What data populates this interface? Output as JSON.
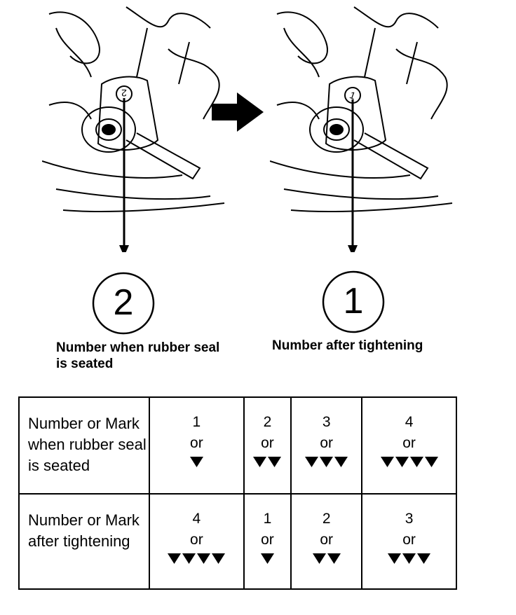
{
  "illustrations": {
    "left": {
      "dial_mark": "2"
    },
    "right": {
      "dial_mark": "1"
    }
  },
  "callouts": {
    "left": {
      "number": "2",
      "caption": "Number when rubber seal is seated"
    },
    "right": {
      "number": "1",
      "caption": "Number after tightening"
    }
  },
  "table": {
    "rows": [
      {
        "header": "Number or Mark when rubber seal is seated",
        "cells": [
          {
            "number": "1",
            "or": "or",
            "mark_count": 1
          },
          {
            "number": "2",
            "or": "or",
            "mark_count": 2
          },
          {
            "number": "3",
            "or": "or",
            "mark_count": 3
          },
          {
            "number": "4",
            "or": "or",
            "mark_count": 4
          }
        ]
      },
      {
        "header": "Number or Mark after tightening",
        "cells": [
          {
            "number": "4",
            "or": "or",
            "mark_count": 4
          },
          {
            "number": "1",
            "or": "or",
            "mark_count": 1
          },
          {
            "number": "2",
            "or": "or",
            "mark_count": 2
          },
          {
            "number": "3",
            "or": "or",
            "mark_count": 3
          }
        ]
      }
    ]
  }
}
